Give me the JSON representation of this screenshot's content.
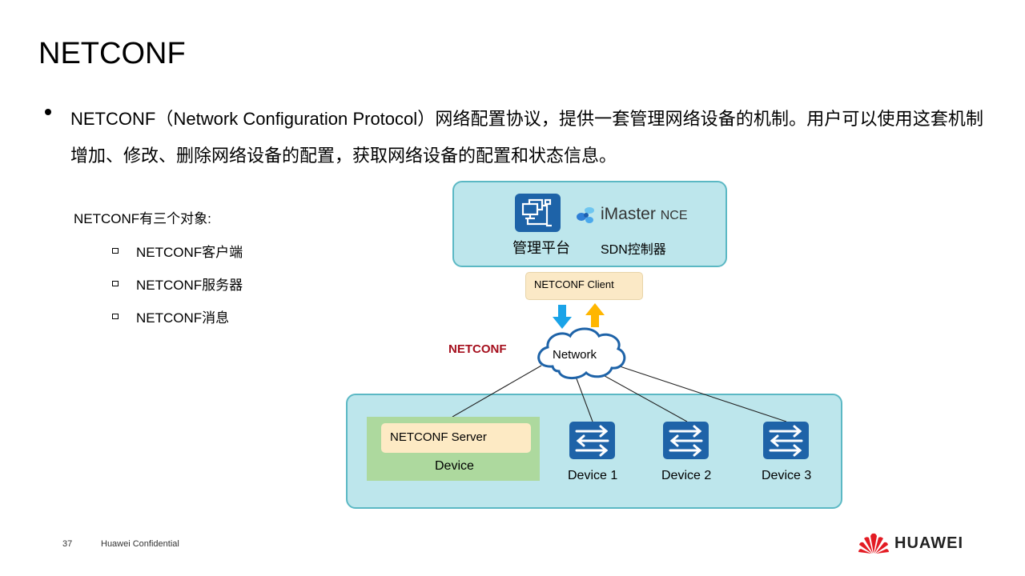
{
  "slide": {
    "title": "NETCONF",
    "bullet_text": "NETCONF（Network Configuration Protocol）网络配置协议，提供一套管理网络设备的机制。用户可以使用这套机制增加、修改、删除网络设备的配置，获取网络设备的配置和状态信息。",
    "objects_title": "NETCONF有三个对象:",
    "objects": [
      "NETCONF客户端",
      "NETCONF服务器",
      "NETCONF消息"
    ]
  },
  "diagram": {
    "management_platform_label": "管理平台",
    "controller_brand": "iMaster",
    "controller_brand_suffix": "NCE",
    "controller_label": "SDN控制器",
    "client_label": "NETCONF Client",
    "protocol_label": "NETCONF",
    "network_label": "Network",
    "server_label": "NETCONF Server",
    "device_label": "Device",
    "devices": [
      "Device 1",
      "Device 2",
      "Device 3"
    ],
    "colors": {
      "box_fill": "#bde6ec",
      "box_border": "#5bb8c4",
      "icon_blue": "#1e63a8",
      "arrow_down": "#1aa3e8",
      "arrow_up": "#ffb600",
      "protocol_red": "#a50f1d",
      "device_green": "#add99e",
      "label_yellow": "#fdeac4"
    }
  },
  "footer": {
    "page_number": "37",
    "confidential": "Huawei Confidential",
    "brand": "HUAWEI"
  }
}
